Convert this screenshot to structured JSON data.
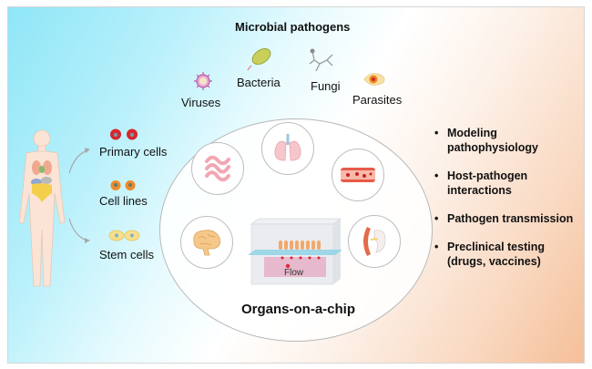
{
  "pathogens": {
    "heading": "Microbial pathogens",
    "items": [
      {
        "label": "Viruses",
        "icon": "virus-icon"
      },
      {
        "label": "Bacteria",
        "icon": "bacterium-icon"
      },
      {
        "label": "Fungi",
        "icon": "fungus-icon"
      },
      {
        "label": "Parasites",
        "icon": "parasite-icon"
      }
    ]
  },
  "cell_sources": {
    "items": [
      {
        "label": "Primary cells",
        "color": "#d7262c"
      },
      {
        "label": "Cell lines",
        "color": "#f08a2a"
      },
      {
        "label": "Stem cells",
        "color": "#f6e08a"
      }
    ]
  },
  "organs_on_chip": {
    "title": "Organs-on-a-chip",
    "flow_label": "Flow",
    "organs": [
      "intestine",
      "lung",
      "blood-vessel",
      "brain",
      "kidney"
    ]
  },
  "applications": {
    "items": [
      "Modeling pathophysiology",
      "Host-pathogen interactions",
      "Pathogen transmission",
      "Preclinical testing (drugs, vaccines)"
    ]
  },
  "colors": {
    "gradient_start": "#8fe6f7",
    "gradient_end": "#f5bf98",
    "frame_border": "#d5d5d5"
  }
}
